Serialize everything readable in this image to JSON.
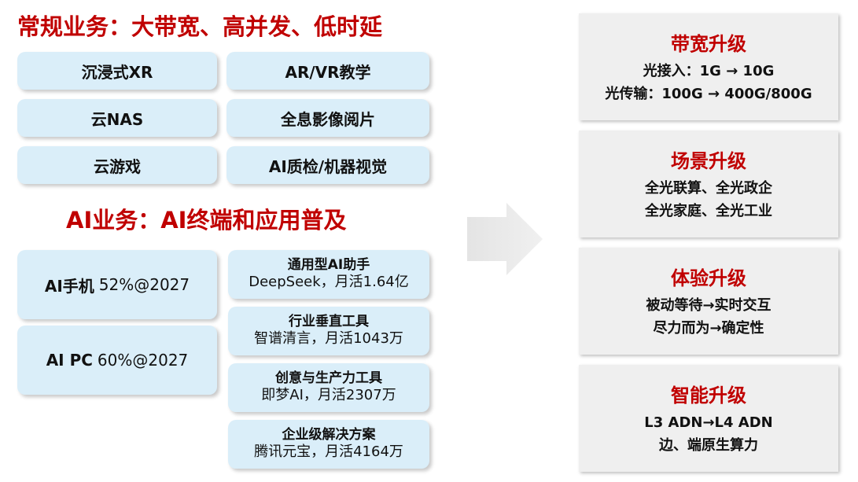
{
  "left": {
    "heading1": "常规业务：大带宽、高并发、低时延",
    "regular_items": [
      "沉浸式XR",
      "AR/VR教学",
      "云NAS",
      "全息影像阅片",
      "云游戏",
      "AI质检/机器视觉"
    ],
    "heading2": "AI业务：AI终端和应用普及",
    "ai_devices": [
      {
        "name": "AI手机",
        "stat": "52%@2027"
      },
      {
        "name": "AI PC",
        "stat": "60%@2027"
      }
    ],
    "ai_apps": [
      {
        "title": "通用型AI助手",
        "detail": "DeepSeek，月活1.64亿"
      },
      {
        "title": "行业垂直工具",
        "detail": "智谱清言，月活1043万"
      },
      {
        "title": "创意与生产力工具",
        "detail": "即梦AI，月活2307万"
      },
      {
        "title": "企业级解决方案",
        "detail": "腾讯元宝，月活4164万"
      }
    ]
  },
  "upgrades": [
    {
      "title": "带宽升级",
      "lines": [
        "光接入：1G → 10G",
        "光传输：100G → 400G/800G"
      ]
    },
    {
      "title": "场景升级",
      "lines": [
        "全光联算、全光政企",
        "全光家庭、全光工业"
      ]
    },
    {
      "title": "体验升级",
      "lines": [
        "被动等待→实时交互",
        "尽力而为→确定性"
      ]
    },
    {
      "title": "智能升级",
      "lines": [
        "L3 ADN→L4 ADN",
        "边、端原生算力"
      ]
    }
  ],
  "colors": {
    "accent": "#c00000",
    "pill_bg": "#daeef9",
    "panel_bg": "#efefef",
    "arrow": "#e8e8e8"
  },
  "icons": {
    "arrow": "right-arrow-icon"
  }
}
